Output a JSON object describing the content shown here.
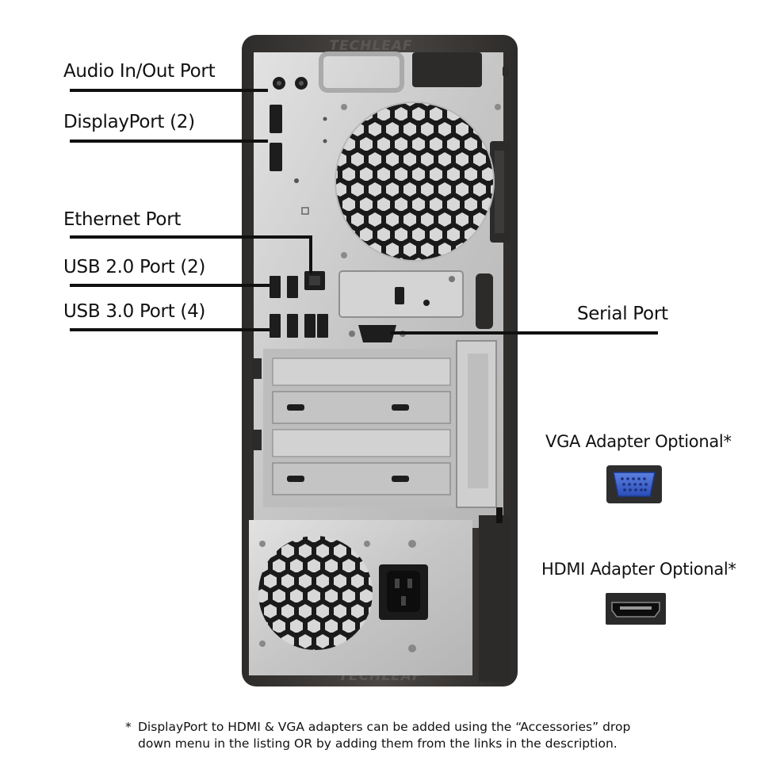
{
  "brand": "TECHLEAF",
  "labels": {
    "audio": "Audio In/Out Port",
    "displayport": "DisplayPort (2)",
    "ethernet": "Ethernet Port",
    "usb2": "USB 2.0 Port (2)",
    "usb3": "USB 3.0 Port (4)",
    "serial": "Serial Port",
    "vga": "VGA Adapter Optional*",
    "hdmi": "HDMI Adapter Optional*"
  },
  "footnote": {
    "marker": "*",
    "line1": "DisplayPort to HDMI & VGA adapters can be added using the “Accessories” drop",
    "line2": "down menu in the listing OR by adding them from the links in the description."
  },
  "colors": {
    "case_dark": "#3a3836",
    "panel_silver": "#c9c9c9",
    "label_text": "#111111",
    "vga_blue": "#2f58c8"
  }
}
